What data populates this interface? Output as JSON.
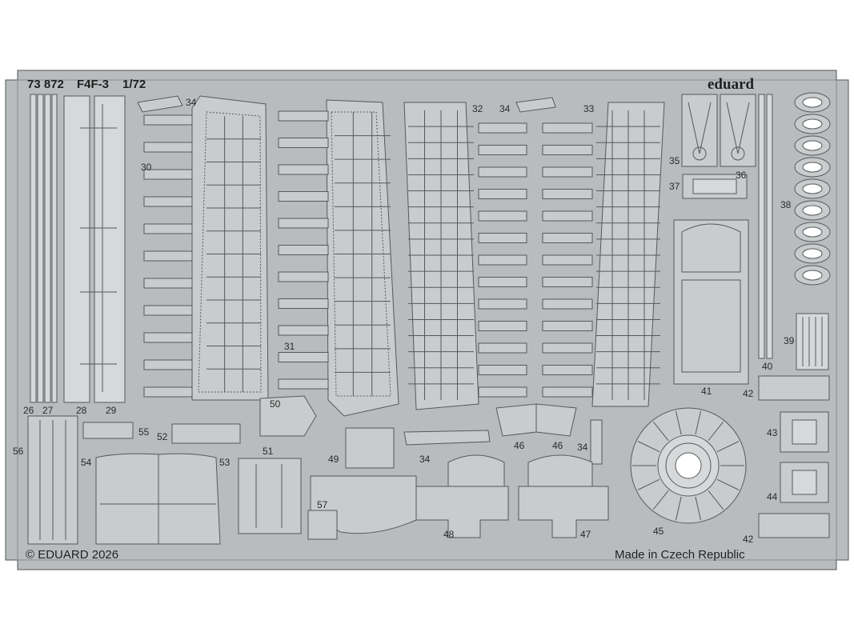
{
  "header": {
    "product_number": "73 872",
    "aircraft": "F4F-3",
    "scale": "1/72",
    "brand": "eduard"
  },
  "footer": {
    "copyright": "© EDUARD 2026",
    "origin": "Made in Czech Republic"
  },
  "part_numbers": {
    "p26": "26",
    "p27": "27",
    "p28": "28",
    "p29": "29",
    "p30": "30",
    "p31": "31",
    "p32": "32",
    "p33": "33",
    "p34": "34",
    "p35": "35",
    "p36": "36",
    "p37": "37",
    "p38": "38",
    "p39": "39",
    "p40": "40",
    "p41": "41",
    "p42": "42",
    "p43": "43",
    "p44": "44",
    "p45": "45",
    "p46": "46",
    "p47": "47",
    "p48": "48",
    "p49": "49",
    "p50": "50",
    "p51": "51",
    "p52": "52",
    "p53": "53",
    "p54": "54",
    "p55": "55",
    "p56": "56",
    "p57": "57"
  },
  "colors": {
    "fret_metal": "#b9bcbe",
    "part_metal": "#c9cccd",
    "outline": "#55595b"
  }
}
